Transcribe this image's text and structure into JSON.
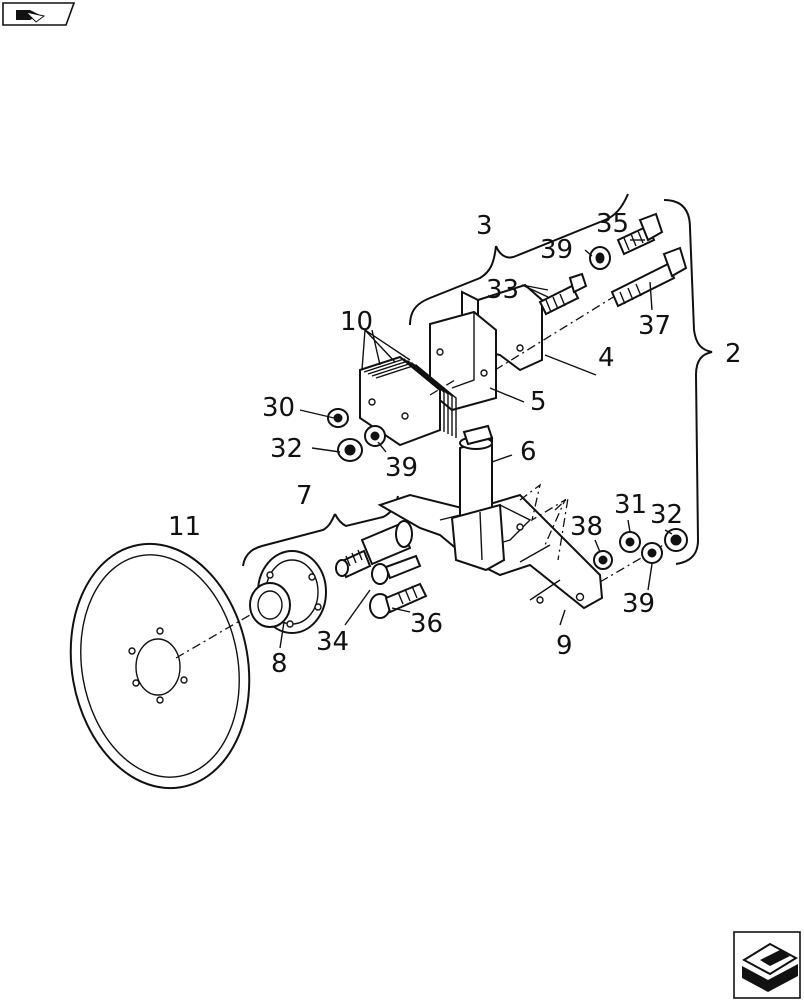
{
  "diagram": {
    "callouts": {
      "c2": "2",
      "c3": "3",
      "c4": "4",
      "c5": "5",
      "c6": "6",
      "c7": "7",
      "c8": "8",
      "c9": "9",
      "c10": "10",
      "c11": "11",
      "c30": "30",
      "c31": "31",
      "c32a": "32",
      "c32b": "32",
      "c33": "33",
      "c34": "34",
      "c35": "35",
      "c36": "36",
      "c37": "37",
      "c38": "38",
      "c39a": "39",
      "c39b": "39",
      "c39c": "39"
    }
  },
  "icons": {
    "top_left": "next-page-book-icon",
    "bottom_right": "next-page-book-icon"
  }
}
